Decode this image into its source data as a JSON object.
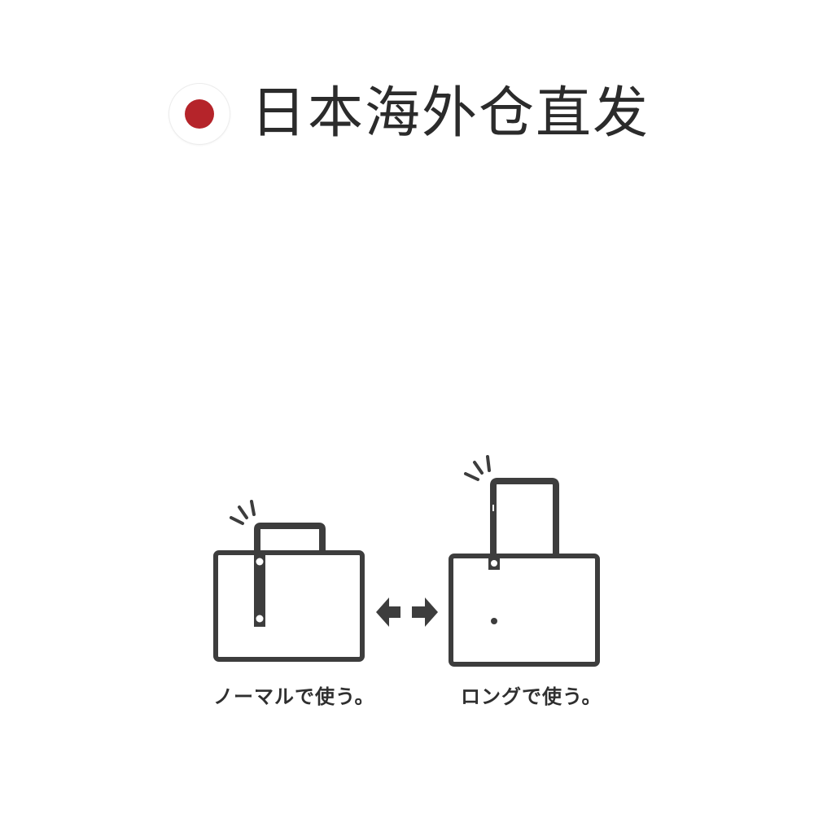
{
  "banner": {
    "title": "日本海外仓直发",
    "flag_icon": "japan-flag-icon",
    "flag_color": "#b5242a",
    "text_color": "#2b2b2b"
  },
  "illustration": {
    "stroke_color": "#3d3d3d",
    "arrow_icon": "double-arrow-icon",
    "bags": [
      {
        "icon": "bag-short-handle-icon",
        "caption": "ノーマルで使う。"
      },
      {
        "icon": "bag-long-handle-icon",
        "caption": "ロングで使う。"
      }
    ]
  }
}
